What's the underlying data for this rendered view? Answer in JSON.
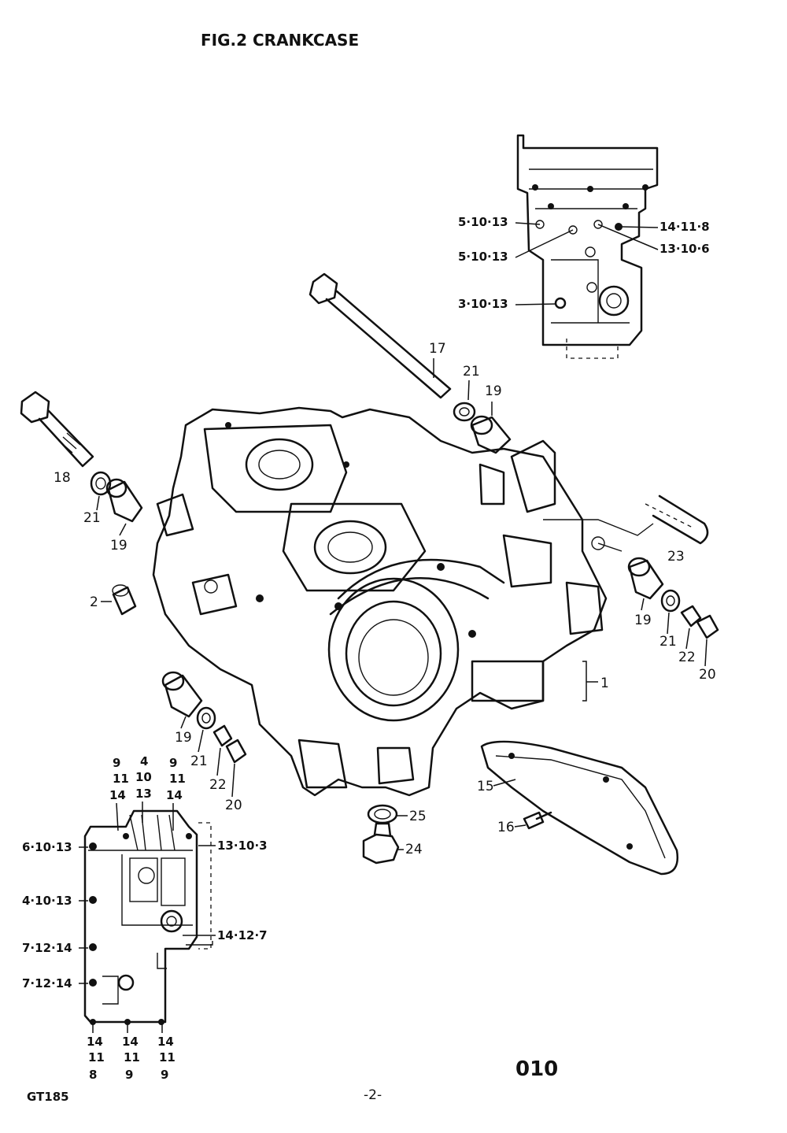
{
  "header": {
    "title": "FIG.2  CRANKCASE"
  },
  "footer": {
    "model": "GT185",
    "page": "-2-",
    "code": "010"
  },
  "callouts": {
    "c1": "1",
    "c2": "2",
    "c15": "15",
    "c16": "16",
    "c17": "17",
    "c18": "18",
    "c19a": "19",
    "c19b": "19",
    "c19c": "19",
    "c19d": "19",
    "c20a": "20",
    "c20b": "20",
    "c21a": "21",
    "c21b": "21",
    "c21c": "21",
    "c21d": "21",
    "c22a": "22",
    "c22b": "22",
    "c23": "23",
    "c24": "24",
    "c25": "25"
  },
  "top_inset": {
    "l1": "5·10·13",
    "l2": "5·10·13",
    "l3": "3·10·13",
    "r1": "14·11·8",
    "r2": "13·10·6"
  },
  "bottom_inset": {
    "top_col1": [
      "9",
      "11",
      "14"
    ],
    "top_col2": [
      "4",
      "10",
      "13"
    ],
    "top_col3": [
      "9",
      "11",
      "14"
    ],
    "left1": "6·10·13",
    "left2": "4·10·13",
    "left3": "7·12·14",
    "left4": "7·12·14",
    "right1": "13·10·3",
    "right2": "14·12·7",
    "bot_col1": [
      "14",
      "11",
      "8"
    ],
    "bot_col2": [
      "14",
      "11",
      "9"
    ],
    "bot_col3": [
      "14",
      "11",
      "9"
    ]
  },
  "colors": {
    "ink": "#111111",
    "paper": "#ffffff"
  },
  "icons": [
    "crankcase",
    "stud-bolt",
    "washer",
    "cap-nut",
    "dowel-pin",
    "oil-cover",
    "drain-plug"
  ]
}
